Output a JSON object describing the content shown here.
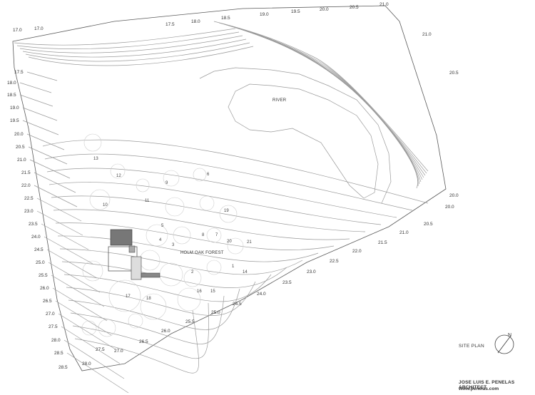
{
  "left_edge_labels": [
    "17.0",
    "17.5",
    "18.0",
    "18.5",
    "19.0",
    "19.5",
    "20.0",
    "20.5",
    "21.0",
    "21.5",
    "22.0",
    "22.5",
    "23.0",
    "23.5",
    "24.0",
    "24.5",
    "25.0",
    "25.5",
    "26.0",
    "26.5",
    "27.0",
    "27.5",
    "28.0",
    "28.5"
  ],
  "bottom_edge_labels": [
    "28.5",
    "28.0",
    "27.5",
    "27.0",
    "26.5",
    "26.0",
    "25.5",
    "25.0",
    "24.5",
    "24.0",
    "23.5",
    "23.0",
    "22.5",
    "22.0",
    "21.5",
    "21.0",
    "20.5",
    "20.0",
    "20.0"
  ],
  "top_edge_labels": [
    "17.0",
    "17.5",
    "18.0",
    "18.5",
    "19.0",
    "19.5",
    "20.0",
    "20.5",
    "21.0",
    "21.0",
    "20.5"
  ],
  "tree_numbers": [
    "13",
    "12",
    "11",
    "10",
    "9",
    "3",
    "6",
    "5",
    "4",
    "8",
    "7",
    "2",
    "1",
    "16",
    "15",
    "14",
    "17",
    "18",
    "19",
    "20",
    "21"
  ],
  "areas": {
    "river": "RIVER",
    "forest": "HOLM OAK FOREST"
  },
  "north_arrow": {
    "letter": "N"
  },
  "caption": {
    "title": "SITE PLAN",
    "architect": "JOSE LUIS E. PENELAS ARCHITECT",
    "website": "www.penelas.com"
  }
}
